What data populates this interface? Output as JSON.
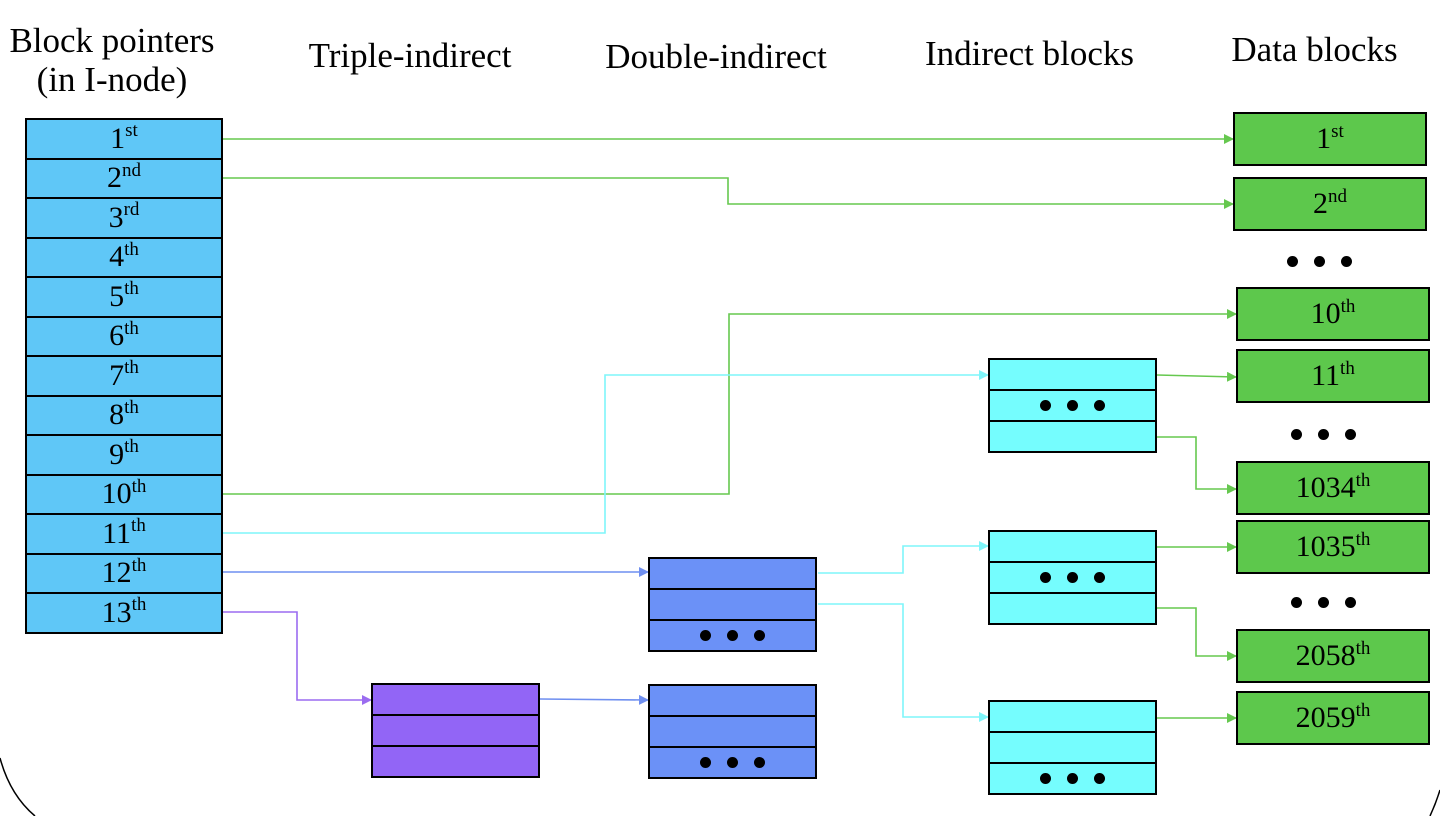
{
  "headers": {
    "block_pointers": [
      "Block pointers",
      "(in I-node)"
    ],
    "triple_indirect": "Triple-indirect",
    "double_indirect": "Double-indirect",
    "indirect_blocks": "Indirect blocks",
    "data_blocks": "Data blocks"
  },
  "inode_pointers": [
    {
      "num": "1",
      "suffix": "st"
    },
    {
      "num": "2",
      "suffix": "nd"
    },
    {
      "num": "3",
      "suffix": "rd"
    },
    {
      "num": "4",
      "suffix": "th"
    },
    {
      "num": "5",
      "suffix": "th"
    },
    {
      "num": "6",
      "suffix": "th"
    },
    {
      "num": "7",
      "suffix": "th"
    },
    {
      "num": "8",
      "suffix": "th"
    },
    {
      "num": "9",
      "suffix": "th"
    },
    {
      "num": "10",
      "suffix": "th"
    },
    {
      "num": "11",
      "suffix": "th"
    },
    {
      "num": "12",
      "suffix": "th"
    },
    {
      "num": "13",
      "suffix": "th"
    }
  ],
  "data_blocks": [
    {
      "num": "1",
      "suffix": "st"
    },
    {
      "num": "2",
      "suffix": "nd"
    },
    {
      "num": "10",
      "suffix": "th"
    },
    {
      "num": "11",
      "suffix": "th"
    },
    {
      "num": "1034",
      "suffix": "th"
    },
    {
      "num": "1035",
      "suffix": "th"
    },
    {
      "num": "2058",
      "suffix": "th"
    },
    {
      "num": "2059",
      "suffix": "th"
    }
  ],
  "colors": {
    "inode_pointer": "#5fc7f7",
    "indirect_block": "#75fdfe",
    "double_indirect_block": "#6b91f7",
    "triple_indirect_block": "#9265f6",
    "data_block": "#5dc84c",
    "direct_link": "#66c84f",
    "single_link": "#7ff5fa",
    "double_link": "#6f8ff0",
    "triple_link": "#9b6cf0"
  }
}
